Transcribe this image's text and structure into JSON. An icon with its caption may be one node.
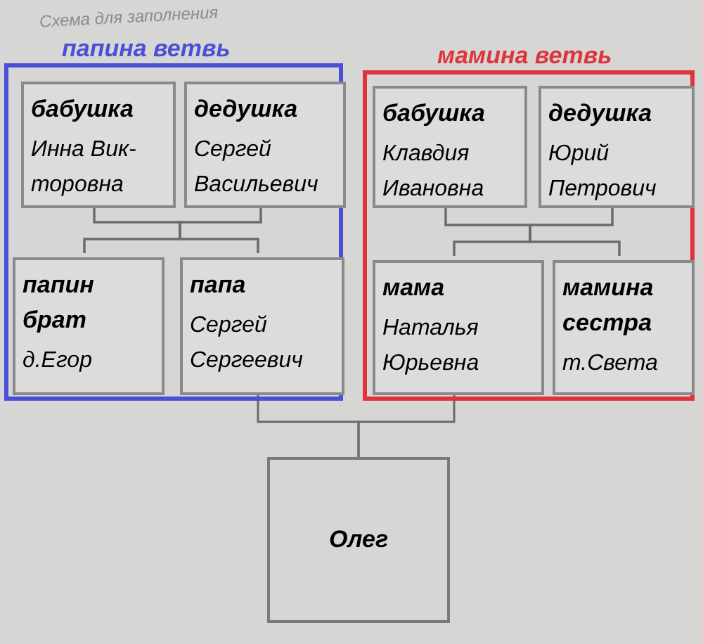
{
  "diagram": {
    "title": "Схема для заполнения",
    "nodes": [
      {
        "text": [
          "папина ветвь"
        ]
      },
      {
        "text": [
          "бабушка",
          "Инна Вик- торовна"
        ],
        "in": 0
      },
      {
        "text": [
          "дедушка",
          "Сергей Васильевич"
        ],
        "in": 0
      },
      {
        "text": [
          "папин брат",
          "д.Егор"
        ],
        "in": 0
      },
      {
        "text": [
          "папа",
          "Сергей Сергеевич"
        ],
        "in": 0
      },
      {
        "text": [
          "мамина ветвь"
        ]
      },
      {
        "text": [
          "бабушка",
          "Клавдия Ивановна"
        ],
        "in": 5
      },
      {
        "text": [
          "дедушка",
          "Юрий Петрович"
        ],
        "in": 5
      },
      {
        "text": [
          "мама",
          "Наталья Юрьевна"
        ],
        "in": 5
      },
      {
        "text": [
          "мамина сестра",
          "т.Света"
        ],
        "in": 5
      },
      {
        "text": [
          "Олег"
        ]
      }
    ],
    "edges": [
      {
        "from": 1,
        "to": 3,
        "arrow": "none"
      },
      {
        "from": 1,
        "to": 4,
        "arrow": "none"
      },
      {
        "from": 2,
        "to": 3,
        "arrow": "none"
      },
      {
        "from": 2,
        "to": 4,
        "arrow": "none"
      },
      {
        "from": 6,
        "to": 8,
        "arrow": "none"
      },
      {
        "from": 6,
        "to": 9,
        "arrow": "none"
      },
      {
        "from": 7,
        "to": 8,
        "arrow": "none"
      },
      {
        "from": 7,
        "to": 9,
        "arrow": "none"
      },
      {
        "from": 4,
        "to": 10,
        "arrow": "none"
      },
      {
        "from": 8,
        "to": 10,
        "arrow": "none"
      }
    ]
  }
}
